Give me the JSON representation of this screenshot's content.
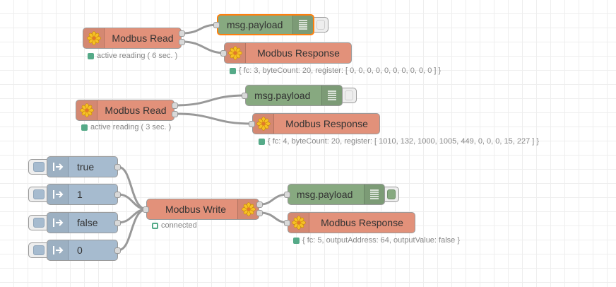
{
  "colors": {
    "modbus_node": "#e2917a",
    "debug_node": "#87a980",
    "inject_node": "#a6bbcf",
    "status_ok": "#5a8",
    "selection": "#ff7f0e",
    "wire": "#999999"
  },
  "flow1": {
    "read": {
      "label": "Modbus Read",
      "icon": "modbus-flower-icon"
    },
    "status": {
      "text": "active reading ( 6 sec. )"
    },
    "debug": {
      "label": "msg.payload",
      "icon": "list-icon",
      "selected": true,
      "active": false
    },
    "response": {
      "label": "Modbus Response",
      "icon": "modbus-flower-icon"
    },
    "response_status": {
      "text": "{ fc: 3, byteCount: 20, register: [ 0, 0, 0, 0, 0, 0, 0, 0, 0, 0 ] }"
    }
  },
  "flow2": {
    "read": {
      "label": "Modbus Read",
      "icon": "modbus-flower-icon"
    },
    "status": {
      "text": "active reading ( 3 sec. )"
    },
    "debug": {
      "label": "msg.payload",
      "icon": "list-icon",
      "active": false
    },
    "response": {
      "label": "Modbus Response",
      "icon": "modbus-flower-icon"
    },
    "response_status": {
      "text": "{ fc: 4, byteCount: 20, register: [ 1010, 132, 1000, 1005, 449, 0, 0, 0, 15, 227 ] }"
    }
  },
  "flow3": {
    "injects": [
      {
        "label": "true",
        "icon": "arrow-in-icon"
      },
      {
        "label": "1",
        "icon": "arrow-in-icon"
      },
      {
        "label": "false",
        "icon": "arrow-in-icon"
      },
      {
        "label": "0",
        "icon": "arrow-in-icon"
      }
    ],
    "write": {
      "label": "Modbus Write",
      "icon": "modbus-flower-icon"
    },
    "status": {
      "text": "connected"
    },
    "debug": {
      "label": "msg.payload",
      "icon": "list-icon",
      "active": true
    },
    "response": {
      "label": "Modbus Response",
      "icon": "modbus-flower-icon"
    },
    "response_status": {
      "text": "{ fc: 5, outputAddress: 64, outputValue: false }"
    }
  }
}
